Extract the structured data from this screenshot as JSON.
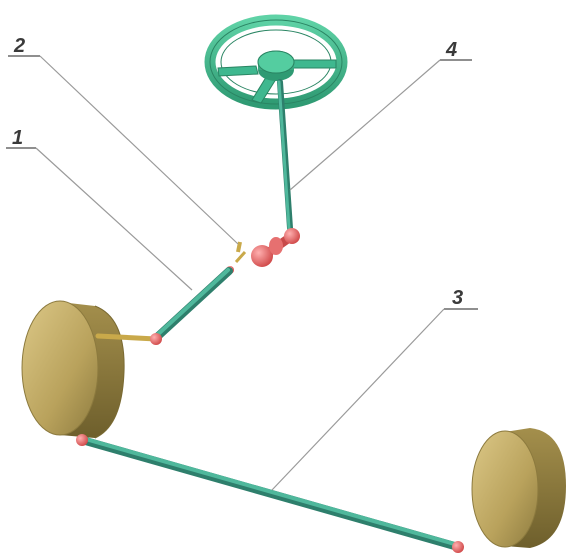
{
  "callouts": {
    "c1": "1",
    "c2": "2",
    "c3": "3",
    "c4": "4"
  },
  "colors": {
    "link_teal": "#3fa58d",
    "link_teal_dark": "#2e7f6c",
    "wheel_gold": "#b8a15a",
    "wheel_gold_dark": "#8c7a3e",
    "joint_red": "#e06a6a",
    "steering_green": "#3fb88f"
  },
  "icons": [
    "steering-wheel-icon",
    "wheel-icon",
    "ball-joint-icon",
    "steering-gear-icon"
  ]
}
